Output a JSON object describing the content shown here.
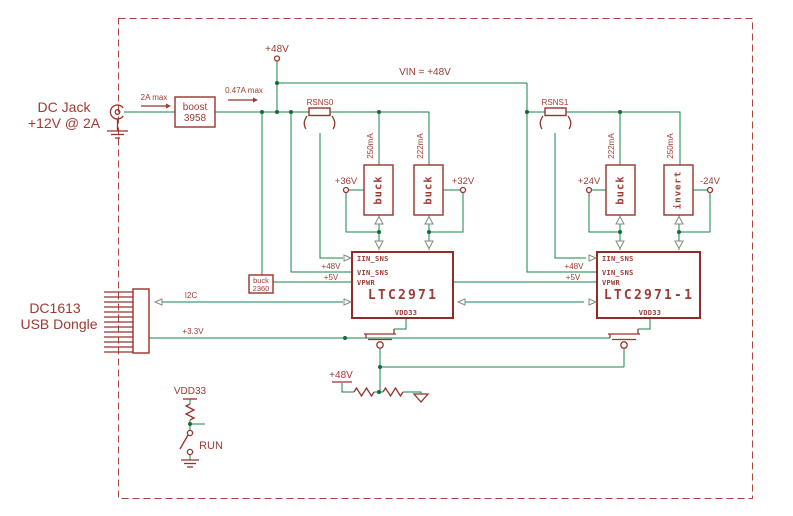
{
  "s": {
    "colors": {
      "wire": "#17834a",
      "component": "#97332e",
      "text": "#9e3a32",
      "junction_dot": "#156a39",
      "dashed_border": "#a8463e",
      "background": "#ffffff"
    },
    "dc_jack": {
      "line1": "DC Jack",
      "line2": "+12V @ 2A"
    },
    "usb": {
      "line1": "DC1613",
      "line2": "USB Dongle"
    },
    "boost": {
      "line1": "boost",
      "line2": "3958"
    },
    "buck2360": {
      "line1": "buck",
      "line2": "2360"
    },
    "arrows": {
      "input": "2A max",
      "output": "0.47A max"
    },
    "rails": {
      "p48_terminal": "+48V",
      "vin": "VIN = +48V",
      "p48_divider": "+48V"
    },
    "rsns": [
      {
        "label": "RSNS0"
      },
      {
        "label": "RSNS1"
      }
    ],
    "branches": [
      {
        "current": "250mA",
        "converter": "buck",
        "output": "+36V"
      },
      {
        "current": "222mA",
        "converter": "buck",
        "output": "+32V"
      },
      {
        "current": "222mA",
        "converter": "buck",
        "output": "+24V"
      },
      {
        "current": "250mA",
        "converter": "invert",
        "output": "-24V"
      }
    ],
    "chips": [
      {
        "name": "LTC2971",
        "pins": {
          "iin": "IIN_SNS",
          "vin": "VIN_SNS",
          "vpwr": "VPWR",
          "vdd": "VDD33"
        },
        "nets": {
          "p48": "+48V",
          "p5": "+5V"
        }
      },
      {
        "name": "LTC2971-1",
        "pins": {
          "iin": "IIN_SNS",
          "vin": "VIN_SNS",
          "vpwr": "VPWR",
          "vdd": "VDD33"
        },
        "nets": {
          "p48": "+48V",
          "p5": "+5V"
        }
      }
    ],
    "buses": {
      "i2c": "I2C",
      "p33": "+3.3V"
    },
    "run_circuit": {
      "supply": "VDD33",
      "switch": "RUN"
    }
  }
}
